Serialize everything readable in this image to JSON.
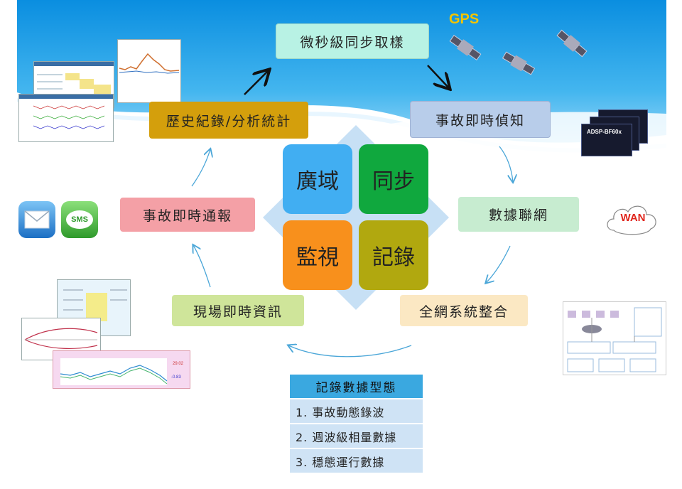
{
  "header": {
    "gps_label": "GPS"
  },
  "cycle": {
    "sync_sampling": "微秒級同步取樣",
    "fault_detection": "事故即時偵知",
    "data_network": "數據聯網",
    "system_integration": "全網系統整合",
    "field_info": "現場即時資訊",
    "fault_report": "事故即時通報",
    "history_stats": "歷史紀錄/分析統計"
  },
  "core": {
    "wide_area": "廣域",
    "sync": "同步",
    "monitor": "監視",
    "record": "記錄"
  },
  "icons": {
    "sms_label": "SMS",
    "wan_label": "WAN",
    "chip_label": "ADSP-BF60x",
    "satellite": "satellite-icon",
    "mail": "mail-icon",
    "cloud": "cloud-icon"
  },
  "record_types": {
    "title": "記錄數據型態",
    "items": [
      "1. 事故動態錄波",
      "2. 週波級相量數據",
      "3. 穩態運行數據"
    ]
  },
  "thumbnails": {
    "value_1": "29.02",
    "value_2": "-0.83"
  },
  "colors": {
    "sync_sampling": "#b8f2e4",
    "fault_detection": "#b8cdea",
    "data_network": "#c7ecd0",
    "system_integration": "#fbe8c3",
    "field_info": "#cfe59a",
    "fault_report": "#f4a0a6",
    "history_stats": "#d49f0c",
    "wide_area": "#41aef2",
    "sync": "#10a83e",
    "monitor": "#f8901c",
    "record": "#b1a80f",
    "diamond": "#c7e0f5",
    "legend_title": "#3aa8e0",
    "legend_row": "#cfe3f5"
  }
}
